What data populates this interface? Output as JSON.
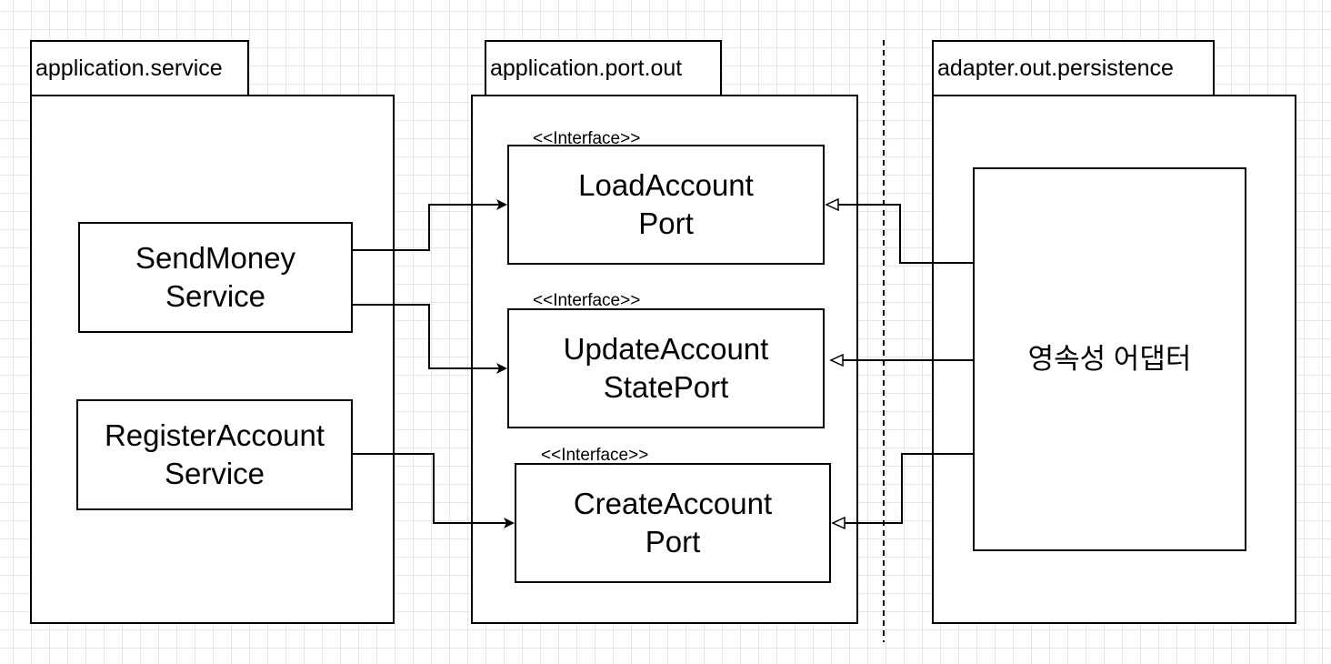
{
  "packages": {
    "service": {
      "label": "application.service"
    },
    "port_out": {
      "label": "application.port.out"
    },
    "persistence": {
      "label": "adapter.out.persistence"
    }
  },
  "classes": {
    "send_money": {
      "line1": "SendMoney",
      "line2": "Service"
    },
    "register_account": {
      "line1": "RegisterAccount",
      "line2": "Service"
    },
    "load_port": {
      "stereotype": "<<Interface>>",
      "line1": "LoadAccount",
      "line2": "Port"
    },
    "update_port": {
      "stereotype": "<<Interface>>",
      "line1": "UpdateAccount",
      "line2": "StatePort"
    },
    "create_port": {
      "stereotype": "<<Interface>>",
      "line1": "CreateAccount",
      "line2": "Port"
    },
    "adapter": {
      "label": "영속성 어댑터"
    }
  },
  "relations": [
    {
      "from": "SendMoneyService",
      "to": "LoadAccountPort",
      "kind": "dependency"
    },
    {
      "from": "SendMoneyService",
      "to": "UpdateAccountStatePort",
      "kind": "dependency"
    },
    {
      "from": "RegisterAccountService",
      "to": "CreateAccountPort",
      "kind": "dependency"
    },
    {
      "from": "영속성 어댑터",
      "to": "LoadAccountPort",
      "kind": "realization"
    },
    {
      "from": "영속성 어댑터",
      "to": "UpdateAccountStatePort",
      "kind": "realization"
    },
    {
      "from": "영속성 어댑터",
      "to": "CreateAccountPort",
      "kind": "realization"
    }
  ],
  "colors": {
    "line": "#000000",
    "fill": "#ffffff",
    "grid": "#e6e6e6"
  }
}
